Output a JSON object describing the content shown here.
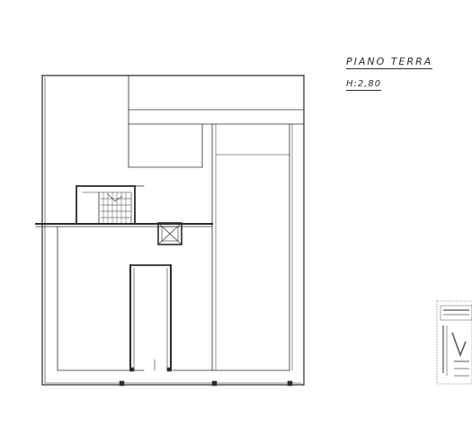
{
  "sheet": {
    "title": "PIANO TERRA",
    "height_label": "H:2,80",
    "ink_color": "#2c2c2c",
    "paper_color": "#ffffff"
  },
  "floor_plan": {
    "name": "ground-floor-plan",
    "elements": [
      "outer-wall",
      "staircase",
      "lift-shaft",
      "corridor",
      "rooms"
    ]
  },
  "stamp": {
    "description_icon": "approval-stamp-icon"
  }
}
